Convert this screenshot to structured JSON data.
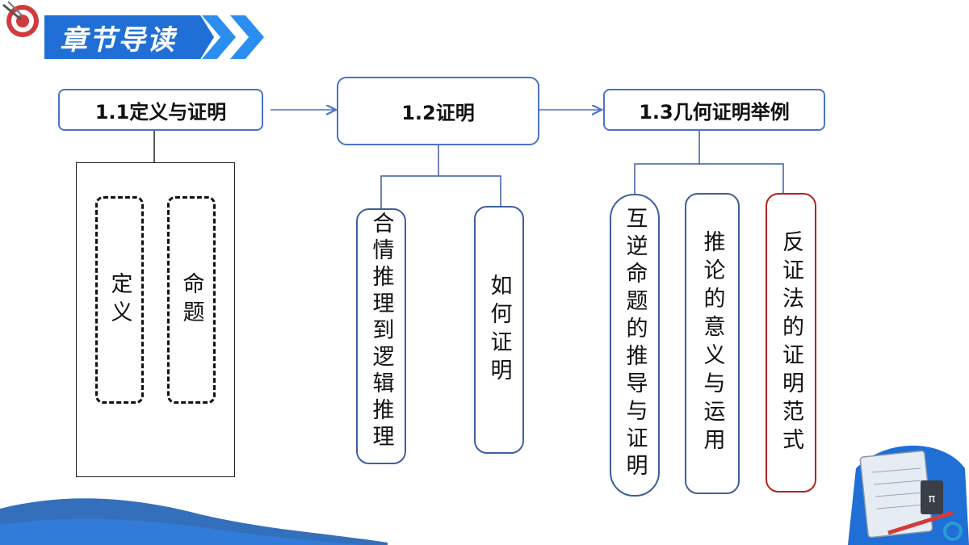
{
  "header": {
    "title": "章节导读"
  },
  "nodes": {
    "n11": "1.1定义与证明",
    "n12": "1.2证明",
    "n13": "1.3几何证明举例"
  },
  "n11_children": {
    "a": "定义",
    "b": "命题"
  },
  "n12_children": {
    "a": "合情推理到逻辑推理",
    "b": "如何证明"
  },
  "n13_children": {
    "a": "互逆命题的推导与证明",
    "b": "推论的意义与运用",
    "c": "反证法的证明范式"
  },
  "colors": {
    "banner": "#1f6fd6",
    "chevron": "#2a8ef0",
    "box_border": "#4a74c6",
    "highlight_border": "#b22222",
    "wave": "#1e5fb4"
  },
  "icons": {
    "top_left": "dart-target-icon",
    "bottom_right": "math-notebook-illustration"
  }
}
